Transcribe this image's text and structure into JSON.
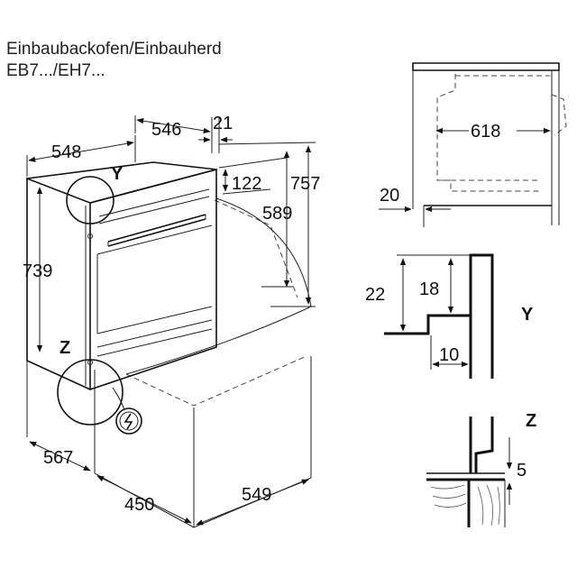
{
  "title": {
    "line1": "Einbaubackofen/Einbauherd",
    "line2": "EB7.../EH7..."
  },
  "main_view": {
    "dim_548": "548",
    "dim_546": "546",
    "dim_21": "21",
    "dim_122": "122",
    "dim_757": "757",
    "dim_589": "589",
    "dim_739": "739",
    "dim_567": "567",
    "dim_450": "450",
    "dim_549": "549",
    "detail_y": "Y",
    "detail_z": "Z",
    "power_symbol_icon": "plug-icon"
  },
  "side_view": {
    "dim_618": "618",
    "dim_20": "20"
  },
  "detail_y": {
    "label": "Y",
    "dim_22": "22",
    "dim_18": "18",
    "dim_10": "10"
  },
  "detail_z": {
    "label": "Z",
    "dim_5": "5"
  }
}
